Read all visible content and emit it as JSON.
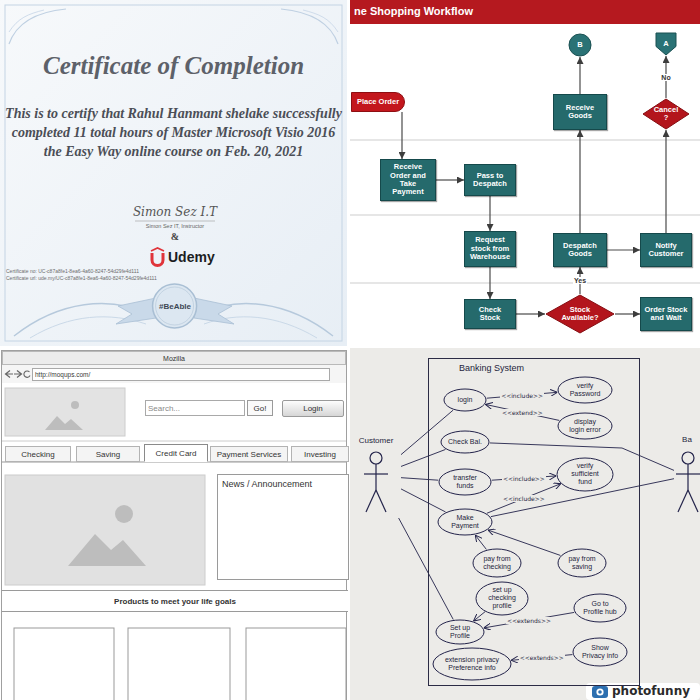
{
  "diagram": {
    "nodes": [
      {
        "text": [
          "#BeAble"
        ]
      },
      {
        "text": [
          "B"
        ]
      },
      {
        "text": [
          "A"
        ]
      },
      {
        "text": [
          "Place Order"
        ]
      },
      {
        "text": [
          "Receive Goods"
        ]
      },
      {
        "text": [
          "Cancel ?"
        ]
      },
      {
        "text": [
          "Receive Order and Take Payment"
        ]
      },
      {
        "text": [
          "Pass to Despatch"
        ]
      },
      {
        "text": [
          "Request stock from Warehouse"
        ]
      },
      {
        "text": [
          "Despatch Goods"
        ]
      },
      {
        "text": [
          "Notify Customer"
        ]
      },
      {
        "text": [
          "Check Stock"
        ]
      },
      {
        "text": [
          "Stock Available?"
        ]
      },
      {
        "text": [
          "Order Stock and Wait"
        ]
      },
      {
        "text": [
          "Mozilla"
        ]
      },
      {
        "text": [
          "http://moqups.com/"
        ]
      },
      {
        "text": [
          "Search..."
        ]
      },
      {
        "text": [
          "Go!"
        ]
      },
      {
        "text": [
          "Login"
        ]
      },
      {
        "text": [
          "Checking"
        ]
      },
      {
        "text": [
          "Saving"
        ]
      },
      {
        "text": [
          "Credit Card"
        ]
      },
      {
        "text": [
          "Payment Services"
        ]
      },
      {
        "text": [
          "Investing"
        ]
      },
      {
        "text": [
          "News / Announcement"
        ]
      },
      {
        "text": [
          "Products to meet your life goals"
        ]
      },
      {
        "text": [
          "Customer"
        ]
      },
      {
        "text": [
          "Banking System"
        ]
      },
      {
        "text": [
          "login"
        ],
        "in": 27
      },
      {
        "text": [
          "verify Password"
        ],
        "in": 27
      },
      {
        "text": [
          "display login error"
        ],
        "in": 27
      },
      {
        "text": [
          "Check Bal."
        ],
        "in": 27
      },
      {
        "text": [
          "transfer funds"
        ],
        "in": 27
      },
      {
        "text": [
          "verify sufficient fund"
        ],
        "in": 27
      },
      {
        "text": [
          "Make Payment"
        ],
        "in": 27
      },
      {
        "text": [
          "pay from checking"
        ],
        "in": 27
      },
      {
        "text": [
          "pay from saving"
        ],
        "in": 27
      },
      {
        "text": [
          "set up checking profile"
        ],
        "in": 27
      },
      {
        "text": [
          "Go to Profile hub"
        ],
        "in": 27
      },
      {
        "text": [
          "Set up Profile"
        ],
        "in": 27
      },
      {
        "text": [
          "extension privacy Preference info"
        ],
        "in": 27
      },
      {
        "text": [
          "Show Privacy info"
        ],
        "in": 27
      },
      {
        "text": [
          "Ba"
        ]
      }
    ],
    "edges": [
      {
        "from": 3,
        "to": 6,
        "arrow": "to"
      },
      {
        "from": 6,
        "to": 7,
        "arrow": "to"
      },
      {
        "from": 7,
        "to": 8,
        "arrow": "to"
      },
      {
        "from": 8,
        "to": 11,
        "arrow": "to"
      },
      {
        "from": 11,
        "to": 12,
        "arrow": "to"
      },
      {
        "from": 12,
        "to": 9,
        "label": "Yes",
        "arrow": "to"
      },
      {
        "from": 12,
        "to": 13,
        "arrow": "to"
      },
      {
        "from": 9,
        "to": 4,
        "arrow": "to"
      },
      {
        "from": 4,
        "to": 1,
        "arrow": "to"
      },
      {
        "from": 9,
        "to": 10,
        "arrow": "to"
      },
      {
        "from": 10,
        "to": 5,
        "arrow": "to"
      },
      {
        "from": 5,
        "to": 2,
        "label": "No",
        "arrow": "to"
      },
      {
        "from": 26,
        "to": 28,
        "arrow": "none"
      },
      {
        "from": 26,
        "to": 31,
        "arrow": "none"
      },
      {
        "from": 26,
        "to": 32,
        "arrow": "none"
      },
      {
        "from": 26,
        "to": 34,
        "arrow": "none"
      },
      {
        "from": 26,
        "to": 39,
        "arrow": "none"
      },
      {
        "from": 42,
        "to": 31,
        "arrow": "none"
      },
      {
        "from": 42,
        "to": 34,
        "arrow": "none"
      },
      {
        "from": 28,
        "to": 29,
        "label": "<<include>>",
        "arrow": "to"
      },
      {
        "from": 30,
        "to": 28,
        "label": "<<extend>>",
        "arrow": "to"
      },
      {
        "from": 32,
        "to": 33,
        "label": "<<include>>",
        "arrow": "to"
      },
      {
        "from": 34,
        "to": 33,
        "label": "<<include>>",
        "arrow": "to"
      },
      {
        "from": 35,
        "to": 34,
        "arrow": "to"
      },
      {
        "from": 36,
        "to": 34,
        "arrow": "to"
      },
      {
        "from": 37,
        "to": 39,
        "arrow": "to"
      },
      {
        "from": 38,
        "to": 39,
        "label": "<<extends>>",
        "arrow": "to"
      },
      {
        "from": 41,
        "to": 40,
        "label": "<<extends>>",
        "arrow": "to"
      }
    ],
    "labels": [
      "Certificate of Completion",
      "This is to certify that Rahul Hanmant shelake successfully completed 11 total hours of Master Microsoft Visio 2016 the Easy Way online course on Feb. 20, 2021",
      "Simon Sez I.T",
      "Simon Sez IT, Instructor",
      "&",
      "Udemy",
      "Certificate no: UC-c87a8fe1-8ea6-4a60-8247-54d29fe4d111",
      "Certificate url: ude.my/UC-c87a8fe1-8ea6-4a60-8247-54d29fe4d111",
      "ne Shopping Workflow",
      "photofunny"
    ]
  }
}
